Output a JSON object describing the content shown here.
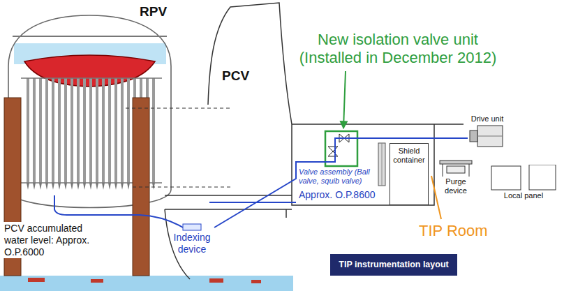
{
  "diagram": {
    "nodes": [
      {
        "text": [
          "Shield container"
        ]
      },
      {
        "text": [
          "Drive unit"
        ]
      },
      {
        "text": [
          "Purge device"
        ]
      },
      {
        "text": [
          "Local panel"
        ]
      },
      {
        "text": [
          "Indexing device"
        ]
      },
      {
        "text": [
          "TIP instrumentation layout"
        ]
      }
    ],
    "edges": [
      {
        "from": 4,
        "to": 1,
        "arrow": "none"
      }
    ],
    "labels": [
      "RPV",
      "PCV",
      "New isolation valve unit (Installed in December 2012)",
      "Valve assembly (Ball valve, squib valve)",
      "Approx. O.P.8600",
      "TIP Room",
      "PCV accumulated water level: Approx. O.P.6000"
    ]
  }
}
